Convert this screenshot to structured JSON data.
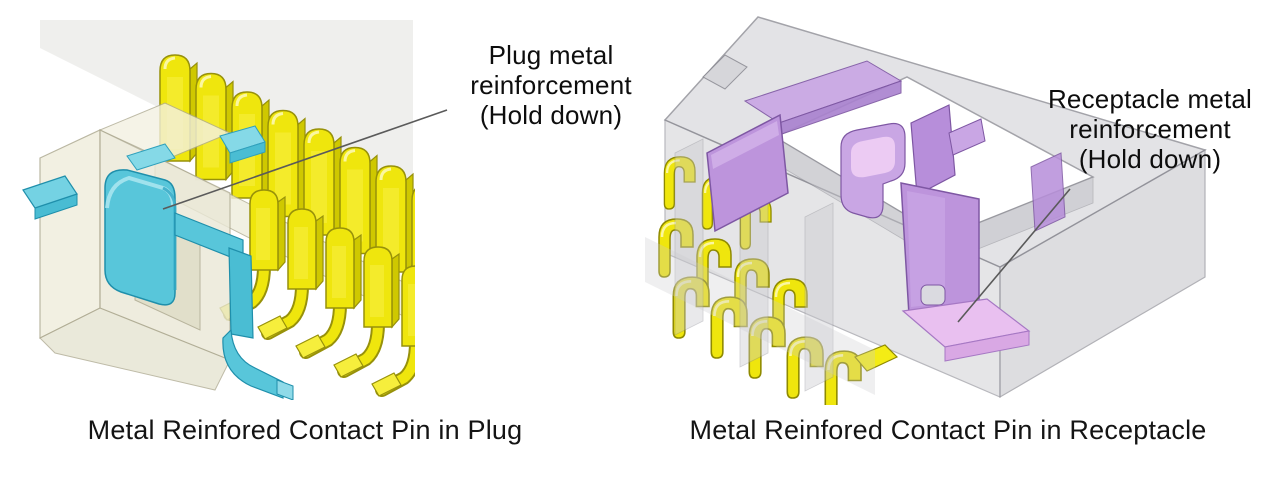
{
  "figures": {
    "plug": {
      "annotation_lines": [
        "Plug metal",
        "reinforcement",
        "(Hold down)"
      ],
      "caption": "Metal Reinfored Contact Pin in Plug",
      "colors": {
        "reinforcement_cyan": "#58C6DA",
        "pin_yellow": "#EFE60D",
        "housing_ivory": "#EFEDDC",
        "leader_line": "#5a5a5a"
      }
    },
    "receptacle": {
      "annotation_lines": [
        "Receptacle metal",
        "reinforcement",
        "(Hold down)"
      ],
      "caption": "Metal Reinfored Contact Pin in Receptacle",
      "colors": {
        "reinforcement_purple": "#BD94DC",
        "flange_pink": "#E9C0F0",
        "pin_yellow": "#EFE60D",
        "housing_gray": "#D7D7DB",
        "leader_line": "#5a5a5a"
      }
    }
  }
}
